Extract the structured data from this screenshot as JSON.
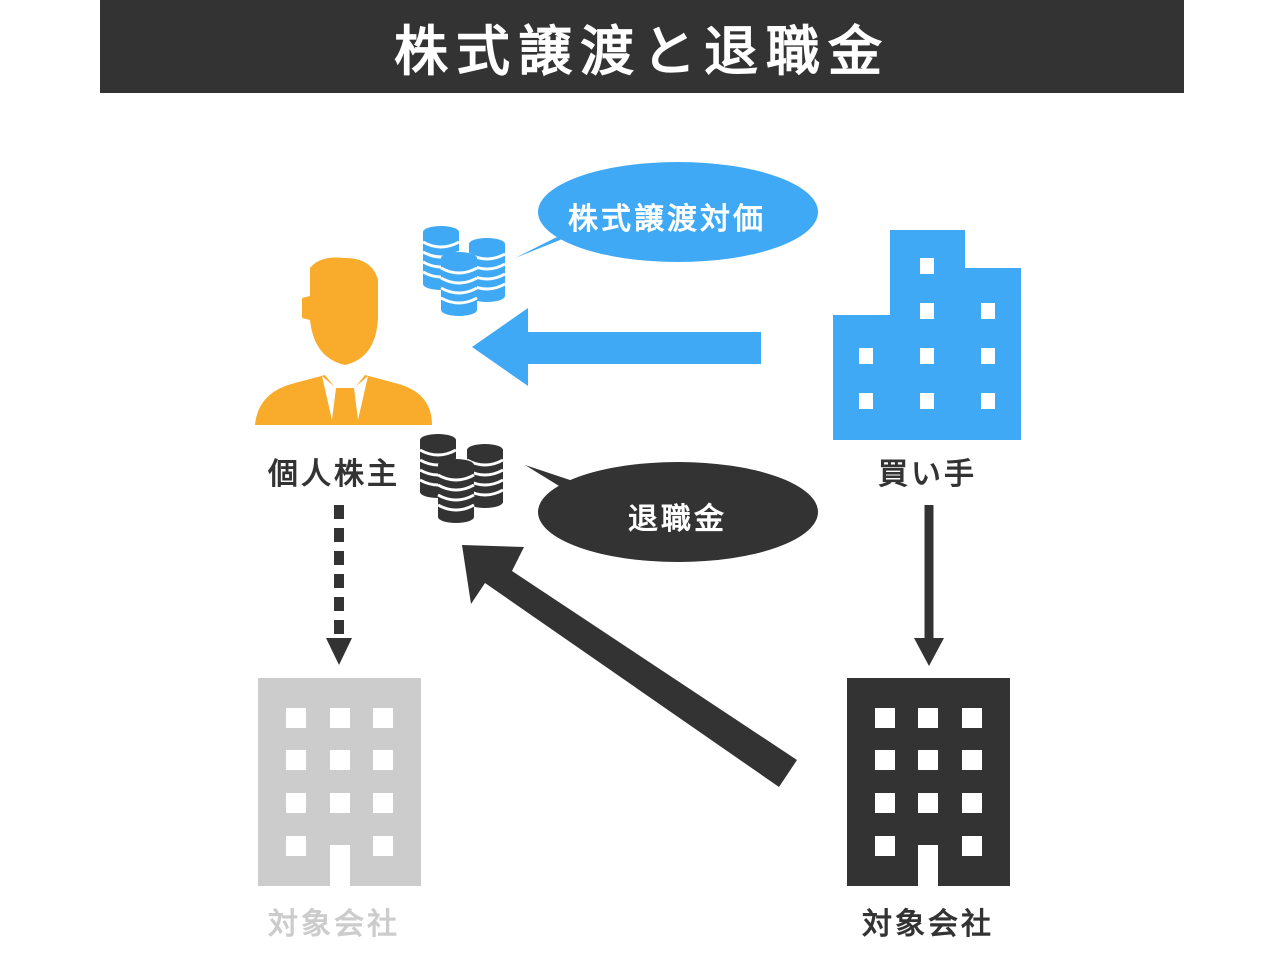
{
  "title": "株式譲渡と退職金",
  "colors": {
    "title_bg": "#333333",
    "blue": "#3fa9f5",
    "orange": "#f9ab2b",
    "dark": "#333333",
    "gray": "#cccccc"
  },
  "nodes": {
    "shareholder": {
      "label": "個人株主",
      "icon": "businessman-icon"
    },
    "buyer": {
      "label": "買い手",
      "icon": "building-icon"
    },
    "target_company_after": {
      "label": "対象会社",
      "icon": "building-icon"
    },
    "target_company_before": {
      "label": "対象会社",
      "icon": "building-icon"
    }
  },
  "flows": {
    "share_price": {
      "label": "株式譲渡対価",
      "icon": "coin-stack-icon"
    },
    "retirement": {
      "label": "退職金",
      "icon": "coin-stack-icon"
    }
  }
}
